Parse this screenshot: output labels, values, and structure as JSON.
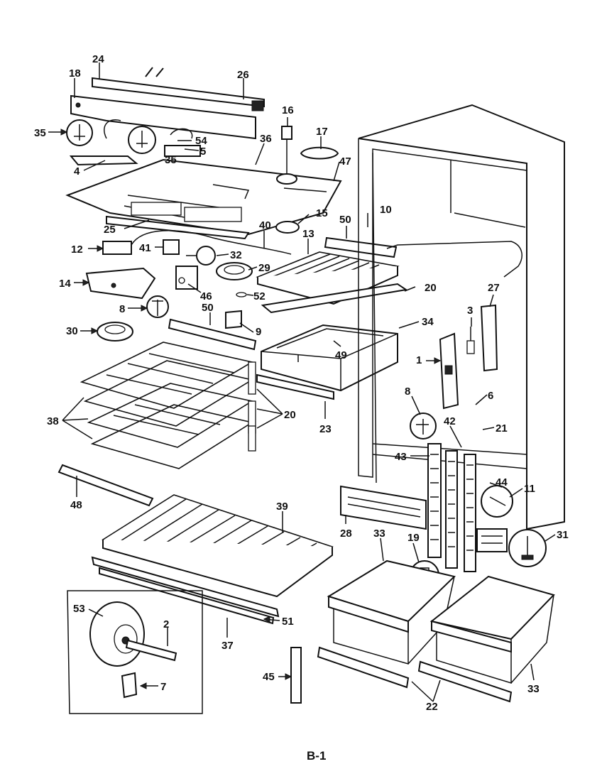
{
  "page_label": "B-1",
  "callouts": [
    "1",
    "2",
    "3",
    "4",
    "5",
    "6",
    "7",
    "8",
    "8",
    "9",
    "10",
    "11",
    "12",
    "13",
    "14",
    "15",
    "16",
    "17",
    "18",
    "19",
    "20",
    "20",
    "21",
    "22",
    "23",
    "24",
    "25",
    "26",
    "27",
    "28",
    "29",
    "30",
    "31",
    "32",
    "33",
    "33",
    "34",
    "35",
    "35",
    "36",
    "37",
    "38",
    "39",
    "40",
    "41",
    "42",
    "43",
    "44",
    "45",
    "46",
    "47",
    "48",
    "49",
    "50",
    "50",
    "51",
    "52",
    "53",
    "54"
  ]
}
